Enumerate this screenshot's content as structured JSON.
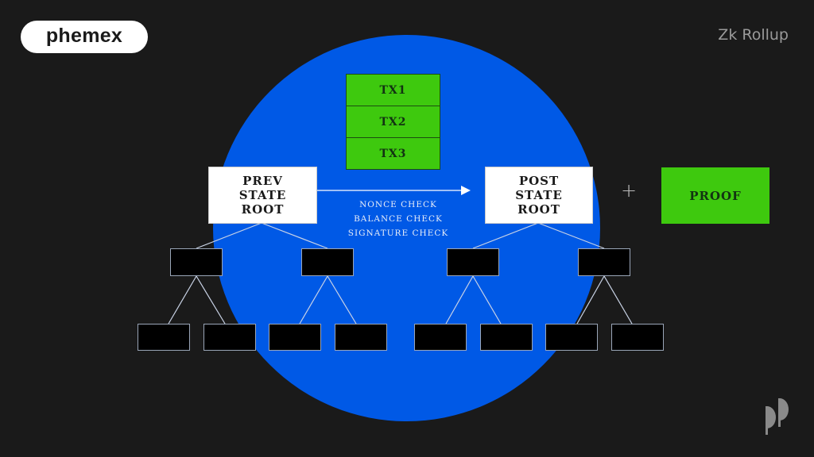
{
  "header": {
    "logo_text": "phemex",
    "title": "Zk Rollup"
  },
  "diagram": {
    "transactions": [
      "TX1",
      "TX2",
      "TX3"
    ],
    "prev_root": {
      "lines": [
        "PREV",
        "STATE",
        "ROOT"
      ]
    },
    "post_root": {
      "lines": [
        "POST",
        "STATE",
        "ROOT"
      ]
    },
    "checks": [
      "NONCE CHECK",
      "BALANCE CHECK",
      "SIGNATURE CHECK"
    ],
    "plus_symbol": "+",
    "proof_label": "PROOF"
  },
  "colors": {
    "background": "#1a1a1a",
    "circle": "#0059e6",
    "green": "#3ec90e",
    "node": "#000000",
    "root_box": "#ffffff"
  }
}
